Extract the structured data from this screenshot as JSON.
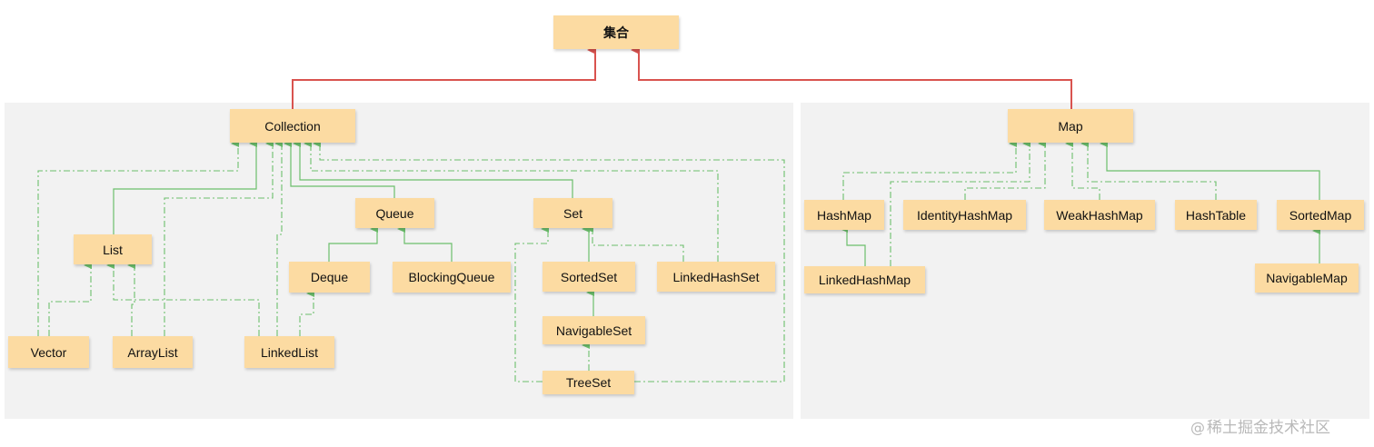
{
  "root": "集合",
  "collection_side": {
    "collection": "Collection",
    "list": "List",
    "queue": "Queue",
    "set": "Set",
    "deque": "Deque",
    "blocking_queue": "BlockingQueue",
    "sorted_set": "SortedSet",
    "linked_hash_set": "LinkedHashSet",
    "navigable_set": "NavigableSet",
    "tree_set": "TreeSet",
    "vector": "Vector",
    "array_list": "ArrayList",
    "linked_list": "LinkedList"
  },
  "map_side": {
    "map": "Map",
    "hash_map": "HashMap",
    "identity_hash_map": "IdentityHashMap",
    "weak_hash_map": "WeakHashMap",
    "hash_table": "HashTable",
    "sorted_map": "SortedMap",
    "linked_hash_map": "LinkedHashMap",
    "navigable_map": "NavigableMap"
  },
  "watermark": "稀土掘金技术社区",
  "colors": {
    "node_fill": "#fcdba2",
    "panel": "#f2f2f2",
    "extends_line": "#d9534f",
    "implements_line": "#6cbf6c"
  }
}
